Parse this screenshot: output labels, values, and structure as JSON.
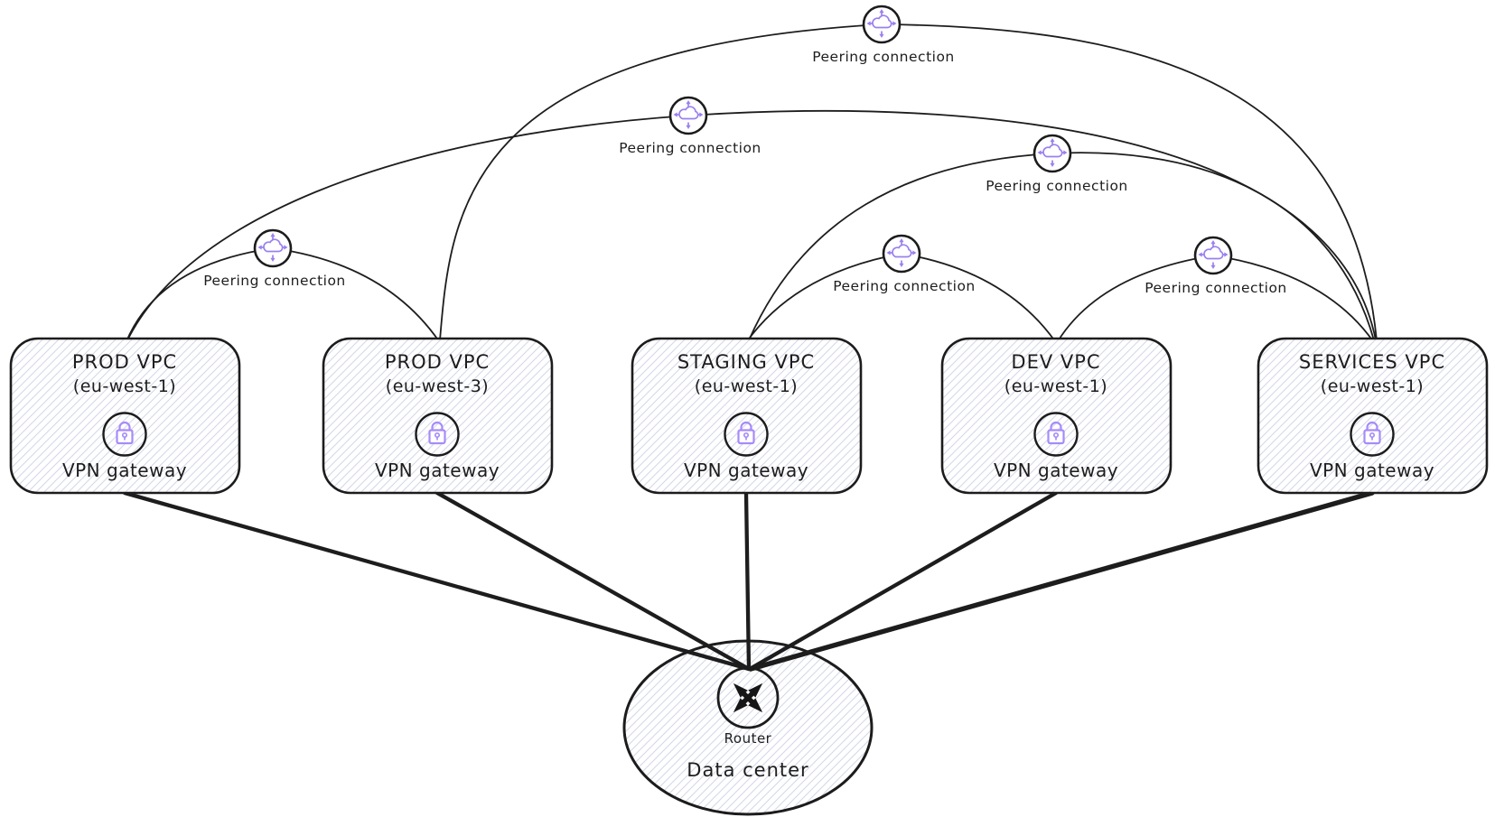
{
  "diagram": {
    "vpcs": [
      {
        "name": "PROD VPC",
        "region": "(eu-west-1)",
        "gateway": "VPN gateway"
      },
      {
        "name": "PROD VPC",
        "region": "(eu-west-3)",
        "gateway": "VPN gateway"
      },
      {
        "name": "STAGING VPC",
        "region": "(eu-west-1)",
        "gateway": "VPN gateway"
      },
      {
        "name": "DEV VPC",
        "region": "(eu-west-1)",
        "gateway": "VPN gateway"
      },
      {
        "name": "SERVICES VPC",
        "region": "(eu-west-1)",
        "gateway": "VPN gateway"
      }
    ],
    "peering": {
      "label": "Peering connection",
      "connections": [
        {
          "from": "PROD VPC (eu-west-3)",
          "to": "SERVICES VPC (eu-west-1)"
        },
        {
          "from": "PROD VPC (eu-west-1)",
          "to": "SERVICES VPC (eu-west-1)"
        },
        {
          "from": "PROD VPC (eu-west-1)",
          "to": "PROD VPC (eu-west-3)"
        },
        {
          "from": "STAGING VPC (eu-west-1)",
          "to": "SERVICES VPC (eu-west-1)"
        },
        {
          "from": "STAGING VPC (eu-west-1)",
          "to": "DEV VPC (eu-west-1)"
        },
        {
          "from": "DEV VPC (eu-west-1)",
          "to": "SERVICES VPC (eu-west-1)"
        }
      ]
    },
    "data_center": {
      "label": "Data center",
      "router": "Router",
      "vpn_links": [
        "PROD VPC (eu-west-1)",
        "PROD VPC (eu-west-3)",
        "STAGING VPC (eu-west-1)",
        "DEV VPC (eu-west-1)",
        "SERVICES VPC (eu-west-1)"
      ]
    },
    "icons": {
      "vpn_gateway": "lock-icon",
      "peering": "cloud-with-arrows-icon",
      "router": "crossed-arrows-icon"
    },
    "colors": {
      "stroke": "#1d1d1d",
      "accent_purple": "#9b80ee",
      "hatch": "#d3d9e8"
    }
  }
}
